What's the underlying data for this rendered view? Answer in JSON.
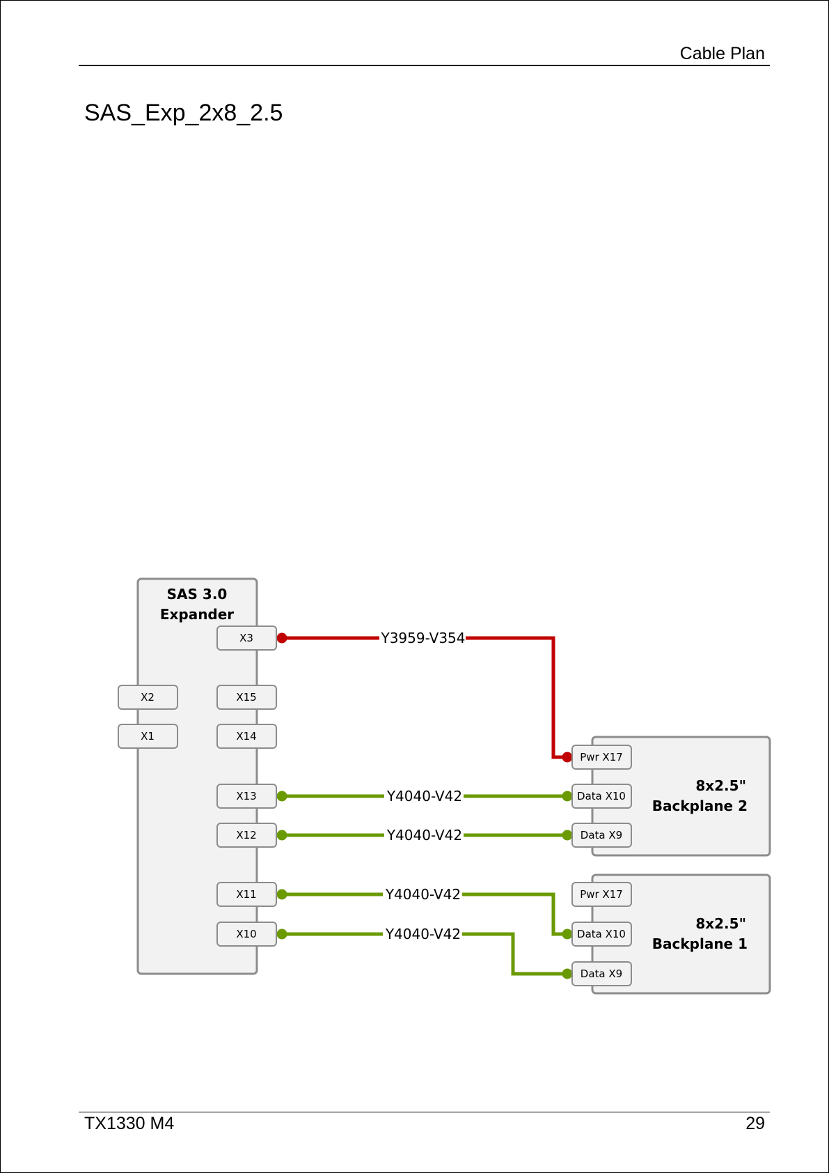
{
  "header": {
    "section": "Cable Plan"
  },
  "title": "SAS_Exp_2x8_2.5",
  "footer": {
    "model": "TX1330 M4",
    "page": "29"
  },
  "colors": {
    "power_cable": "#c00000",
    "data_cable": "#6a9a00",
    "box_fill": "#f2f2f2",
    "box_stroke": "#808080"
  },
  "diagram": {
    "expander": {
      "title_line1": "SAS 3.0",
      "title_line2": "Expander",
      "connectors": [
        "X3",
        "X2",
        "X15",
        "X1",
        "X14",
        "X13",
        "X12",
        "X11",
        "X10"
      ]
    },
    "backplane2": {
      "title_line1": "8x2.5\"",
      "title_line2": "Backplane 2",
      "connectors": [
        "Pwr X17",
        "Data X10",
        "Data X9"
      ]
    },
    "backplane1": {
      "title_line1": "8x2.5\"",
      "title_line2": "Backplane 1",
      "connectors": [
        "Pwr X17",
        "Data X10",
        "Data X9"
      ]
    },
    "cables": [
      {
        "from": "X3",
        "to": "Backplane 2 Pwr X17",
        "label": "Y3959-V354",
        "kind": "power"
      },
      {
        "from": "X13",
        "to": "Backplane 2 Data X10",
        "label": "Y4040-V42",
        "kind": "data"
      },
      {
        "from": "X12",
        "to": "Backplane 2 Data X9",
        "label": "Y4040-V42",
        "kind": "data"
      },
      {
        "from": "X11",
        "to": "Backplane 1 Data X10",
        "label": "Y4040-V42",
        "kind": "data"
      },
      {
        "from": "X10",
        "to": "Backplane 1 Data X9",
        "label": "Y4040-V42",
        "kind": "data"
      }
    ]
  }
}
